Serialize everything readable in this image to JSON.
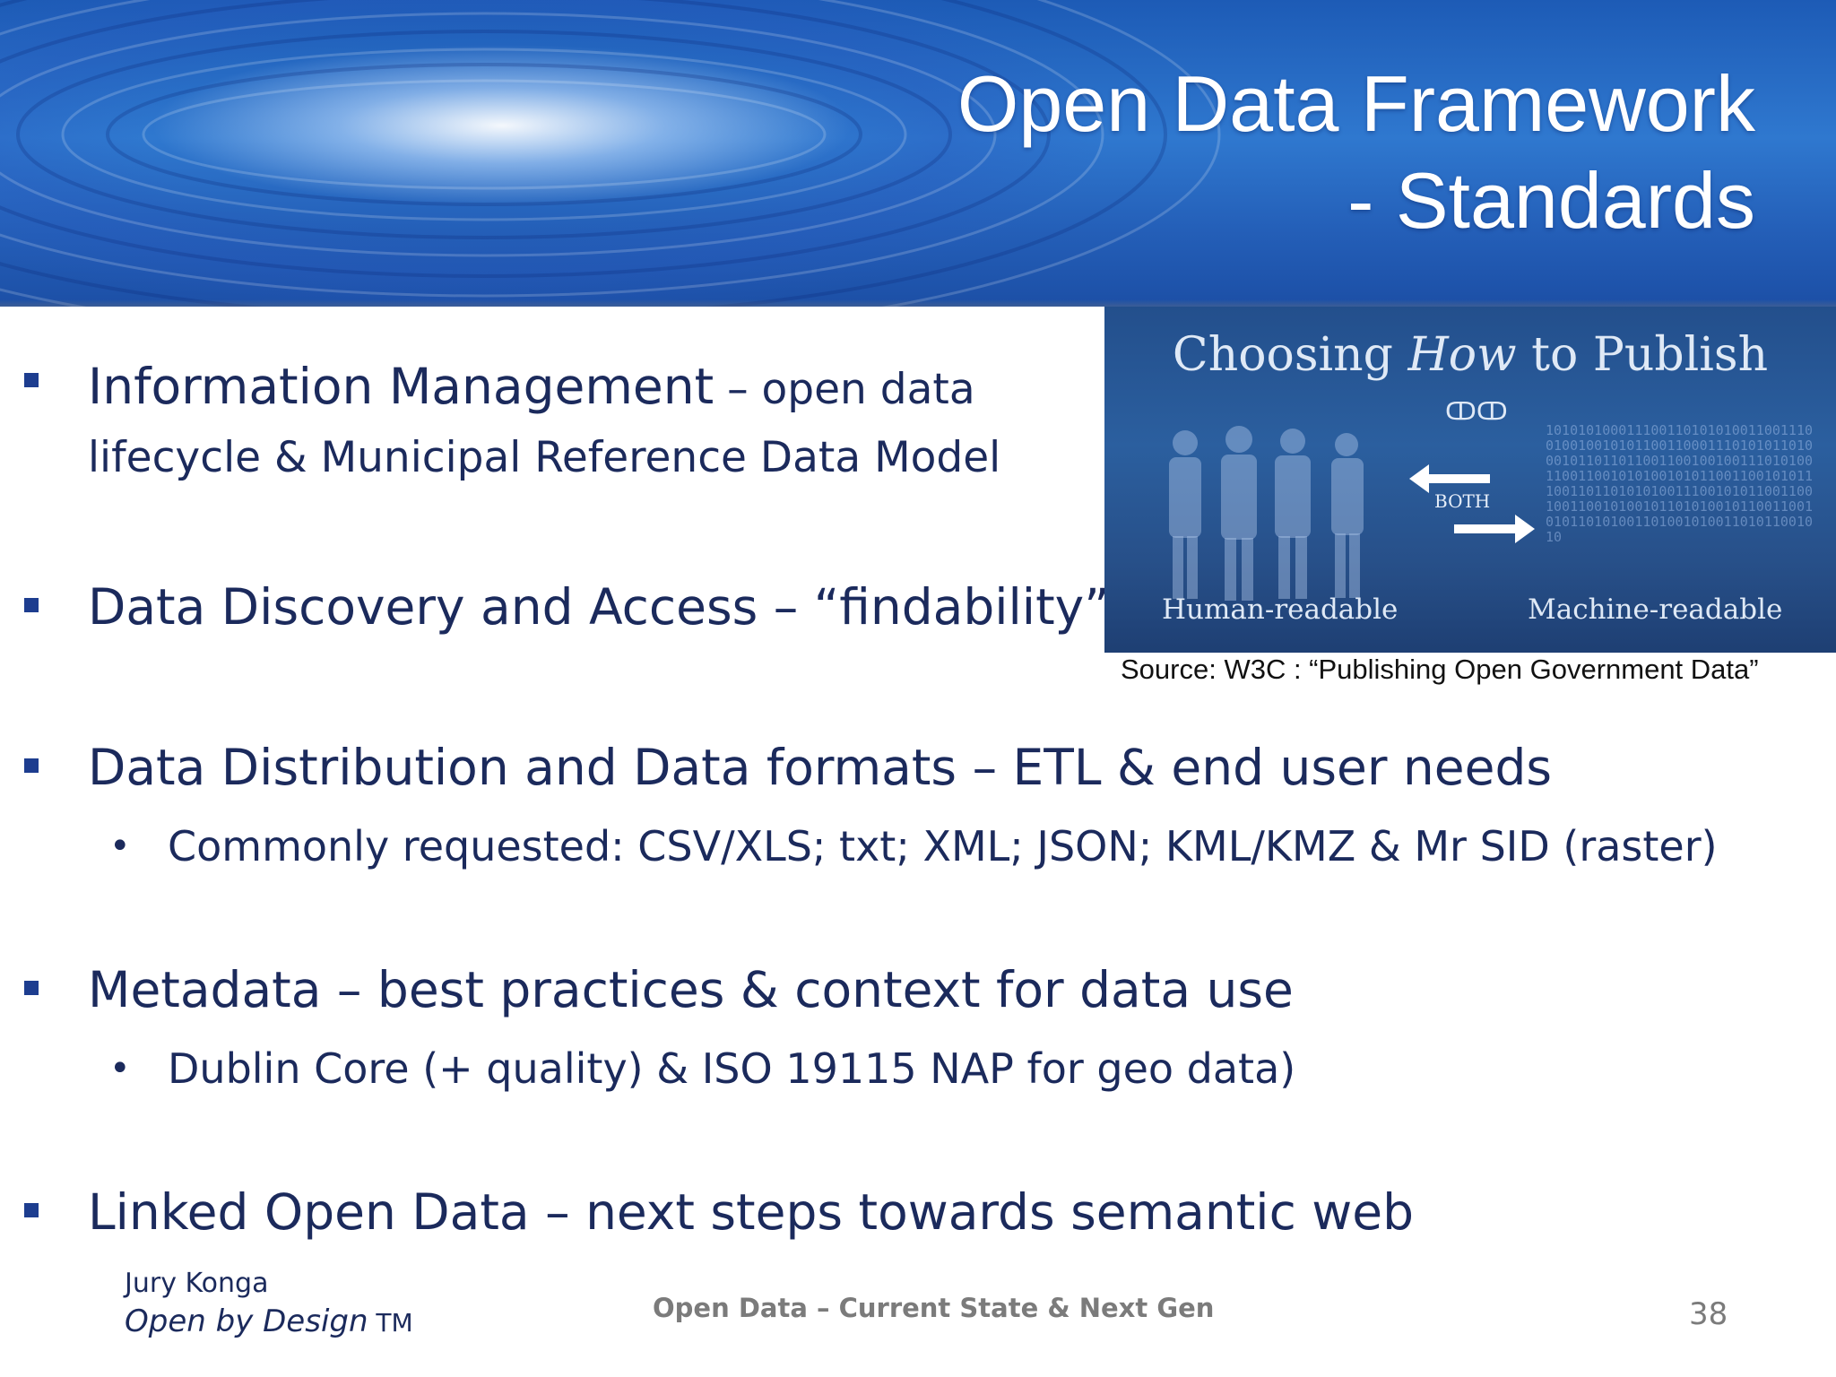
{
  "slide": {
    "title_line1": "Open Data Framework",
    "title_line2": "- Standards"
  },
  "bullets": [
    {
      "main": "Information Management",
      "detail": " – open data",
      "detail_line2": "lifecycle & Municipal Reference Data Model"
    },
    {
      "main": "Data Discovery and Access – “findability”"
    },
    {
      "main": "Data Distribution and Data formats – ETL & end user needs",
      "sub": "Commonly requested: CSV/XLS; txt; XML; JSON; KML/KMZ & Mr SID (raster)"
    },
    {
      "main": "Metadata – best practices & context for data use",
      "sub": "Dublin Core (+ quality) & ISO 19115 NAP for geo data)"
    },
    {
      "main": "Linked Open Data – next steps towards semantic web"
    }
  ],
  "image": {
    "title_a": "Choosing ",
    "title_em": "How",
    "title_b": " to Publish",
    "both_label": "BOTH",
    "left_label": "Human-readable",
    "right_label": "Machine-readable",
    "binary": "10101010001110011010101001100111001001001010110011000111010101101000101101101100110010010011101010011001100101010010101100110010101110011011010101001110010101100110010011001010010110101001011001100101011010100110100101001101011001010"
  },
  "source": "Source:  W3C : “Publishing Open Government Data”",
  "footer": {
    "author": "Jury Konga",
    "brand": "Open by Design",
    "trademark": " TM",
    "center": "Open Data – Current State & Next Gen",
    "page": "38"
  },
  "colors": {
    "text": "#1b2a5c",
    "bullet_marker": "#1d3d8f",
    "banner": "#2f78cf",
    "footer_grey": "#7b7b7b"
  },
  "icons": [
    "square-bullet-icon",
    "round-bullet-icon",
    "bidirectional-arrow-icon",
    "people-silhouette-icon"
  ]
}
